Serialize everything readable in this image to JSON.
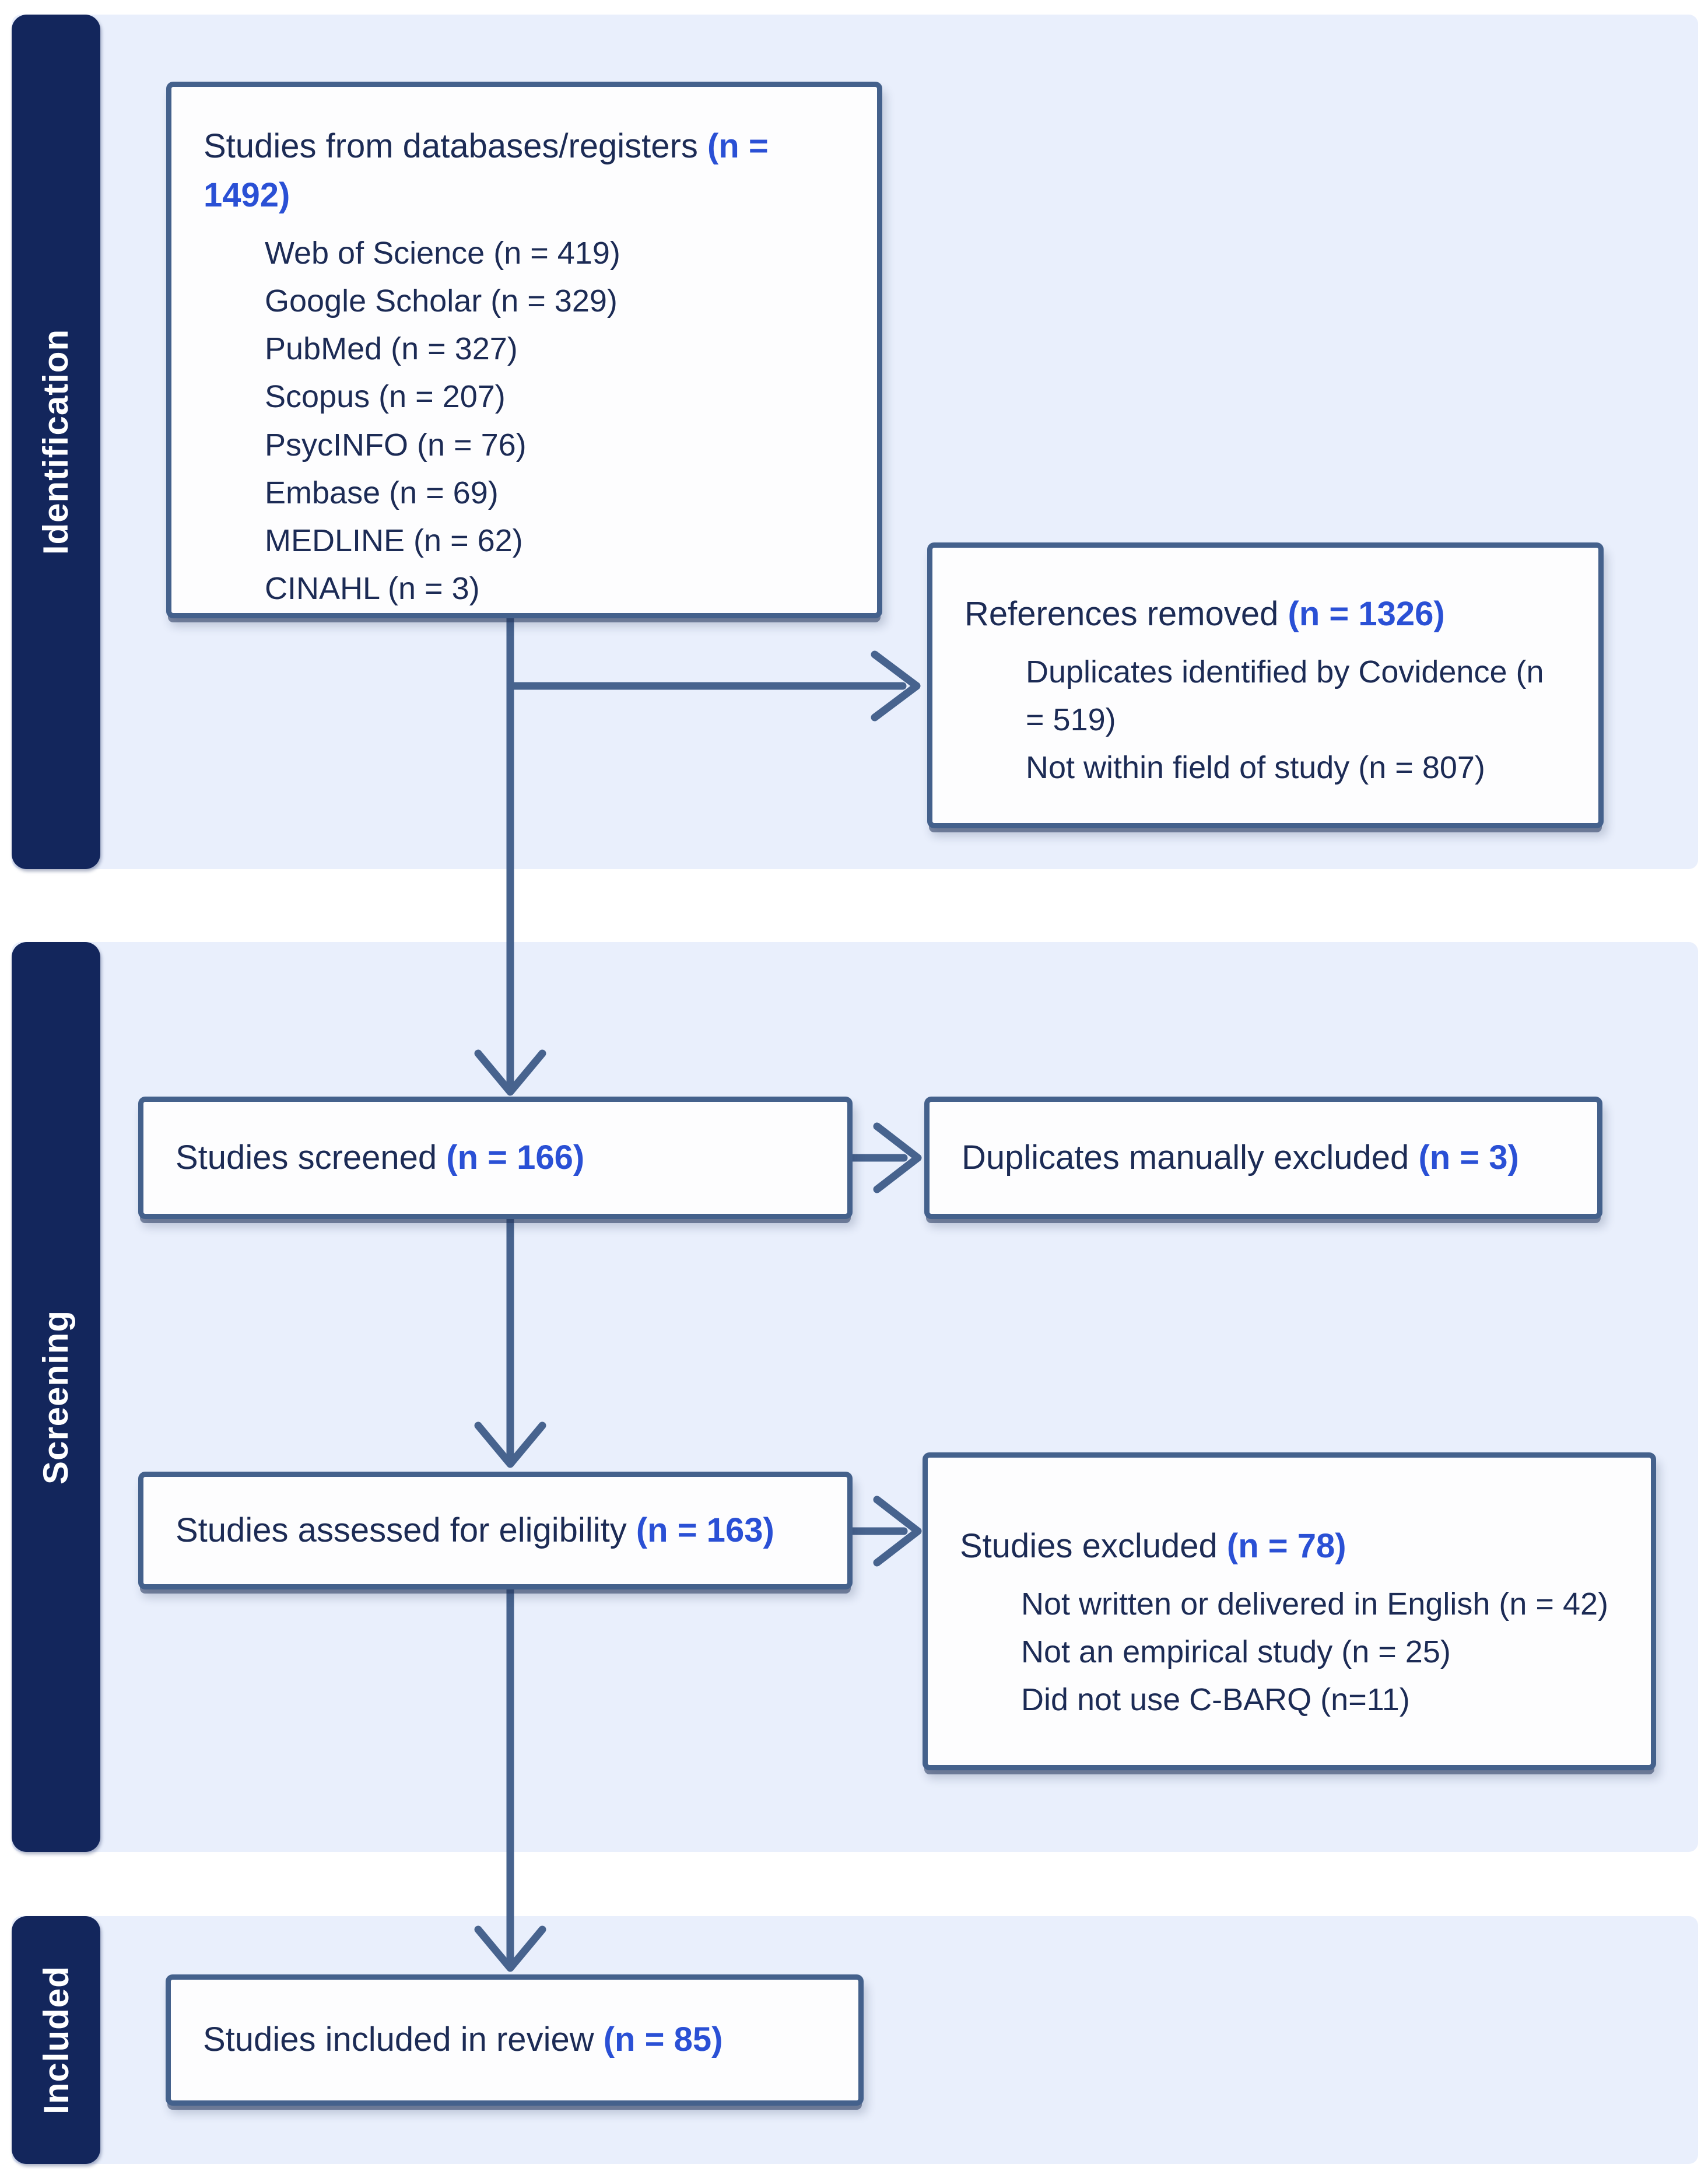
{
  "palette": {
    "sidebar_navy": "#13265c",
    "panel_light_blue": "#e9effc",
    "box_border_slate": "#44618c",
    "arrow_slate": "#47638e",
    "text_navy": "#1c2b55",
    "count_blue": "#2a50d5",
    "box_white": "#fdfdfe"
  },
  "sections": [
    {
      "label": "Identification"
    },
    {
      "label": "Screening"
    },
    {
      "label": "Included"
    }
  ],
  "boxes": {
    "databases": {
      "title": "Studies from databases/registers",
      "n": "(n = 1492)",
      "items": [
        "Web of Science (n = 419)",
        "Google Scholar (n = 329)",
        "PubMed (n = 327)",
        "Scopus (n = 207)",
        "PsycINFO (n = 76)",
        "Embase (n = 69)",
        "MEDLINE (n = 62)",
        "CINAHL (n = 3)"
      ]
    },
    "references_removed": {
      "title": "References removed",
      "n": "(n = 1326)",
      "items": [
        "Duplicates identified by Covidence (n = 519)",
        "Not within field of study (n = 807)"
      ]
    },
    "screened": {
      "title": "Studies screened",
      "n": "(n = 166)"
    },
    "duplicates_excluded": {
      "title": "Duplicates manually excluded",
      "n": "(n = 3)"
    },
    "assessed": {
      "title": "Studies assessed for eligibility",
      "n": "(n = 163)"
    },
    "excluded": {
      "title": "Studies excluded",
      "n": "(n = 78)",
      "items": [
        "Not written or delivered in English (n = 42)",
        "Not an empirical study (n = 25)",
        "Did not use C-BARQ (n=11)"
      ]
    },
    "included": {
      "title": "Studies included in review",
      "n": "(n = 85)"
    }
  }
}
